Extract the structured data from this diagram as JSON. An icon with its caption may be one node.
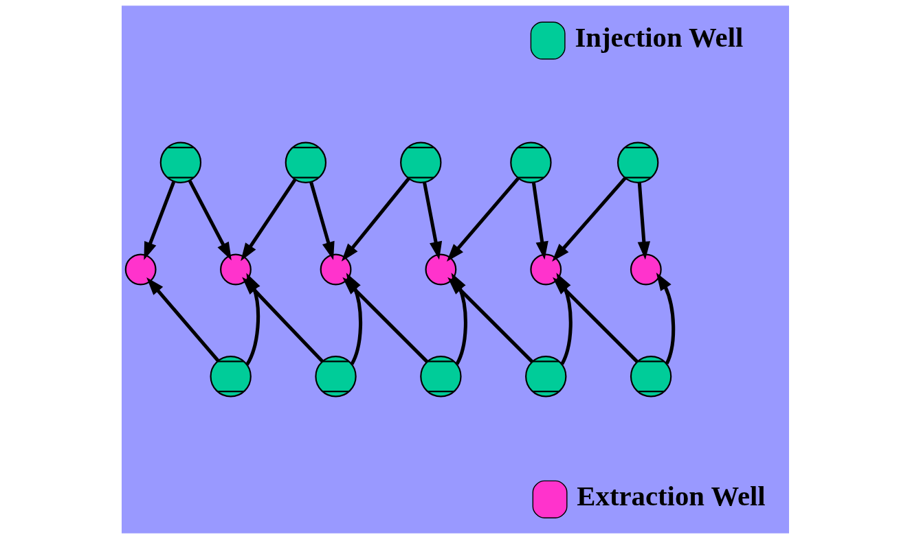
{
  "diagram": {
    "nodes": [
      {
        "text": [],
        "shape": "circle"
      },
      {
        "text": [],
        "shape": "circle"
      },
      {
        "text": [],
        "shape": "circle"
      },
      {
        "text": [],
        "shape": "circle"
      },
      {
        "text": [],
        "shape": "circle"
      },
      {
        "text": [],
        "shape": "circle"
      },
      {
        "text": [],
        "shape": "circle"
      },
      {
        "text": [],
        "shape": "circle"
      },
      {
        "text": [],
        "shape": "circle"
      },
      {
        "text": [],
        "shape": "circle"
      },
      {
        "text": [],
        "shape": "circle"
      },
      {
        "text": [],
        "shape": "circle"
      },
      {
        "text": [],
        "shape": "circle"
      },
      {
        "text": [],
        "shape": "circle"
      },
      {
        "text": [],
        "shape": "circle"
      },
      {
        "text": [],
        "shape": "circle"
      }
    ],
    "edges": [
      {
        "from": 0,
        "to": 5,
        "arrow": "to"
      },
      {
        "from": 0,
        "to": 6,
        "arrow": "to"
      },
      {
        "from": 1,
        "to": 6,
        "arrow": "to"
      },
      {
        "from": 1,
        "to": 7,
        "arrow": "to"
      },
      {
        "from": 2,
        "to": 7,
        "arrow": "to"
      },
      {
        "from": 2,
        "to": 8,
        "arrow": "to"
      },
      {
        "from": 3,
        "to": 8,
        "arrow": "to"
      },
      {
        "from": 3,
        "to": 9,
        "arrow": "to"
      },
      {
        "from": 4,
        "to": 9,
        "arrow": "to"
      },
      {
        "from": 4,
        "to": 10,
        "arrow": "to"
      },
      {
        "from": 11,
        "to": 5,
        "arrow": "to"
      },
      {
        "from": 11,
        "to": 6,
        "arrow": "to"
      },
      {
        "from": 12,
        "to": 6,
        "arrow": "to"
      },
      {
        "from": 12,
        "to": 7,
        "arrow": "to"
      },
      {
        "from": 13,
        "to": 7,
        "arrow": "to"
      },
      {
        "from": 13,
        "to": 8,
        "arrow": "to"
      },
      {
        "from": 14,
        "to": 8,
        "arrow": "to"
      },
      {
        "from": 14,
        "to": 9,
        "arrow": "to"
      },
      {
        "from": 15,
        "to": 9,
        "arrow": "to"
      },
      {
        "from": 15,
        "to": 10,
        "arrow": "to"
      }
    ],
    "legend": [
      {
        "text": "Injection Well",
        "color": "#00cc99"
      },
      {
        "text": "Extraction Well",
        "color": "#ff33cc"
      }
    ]
  }
}
